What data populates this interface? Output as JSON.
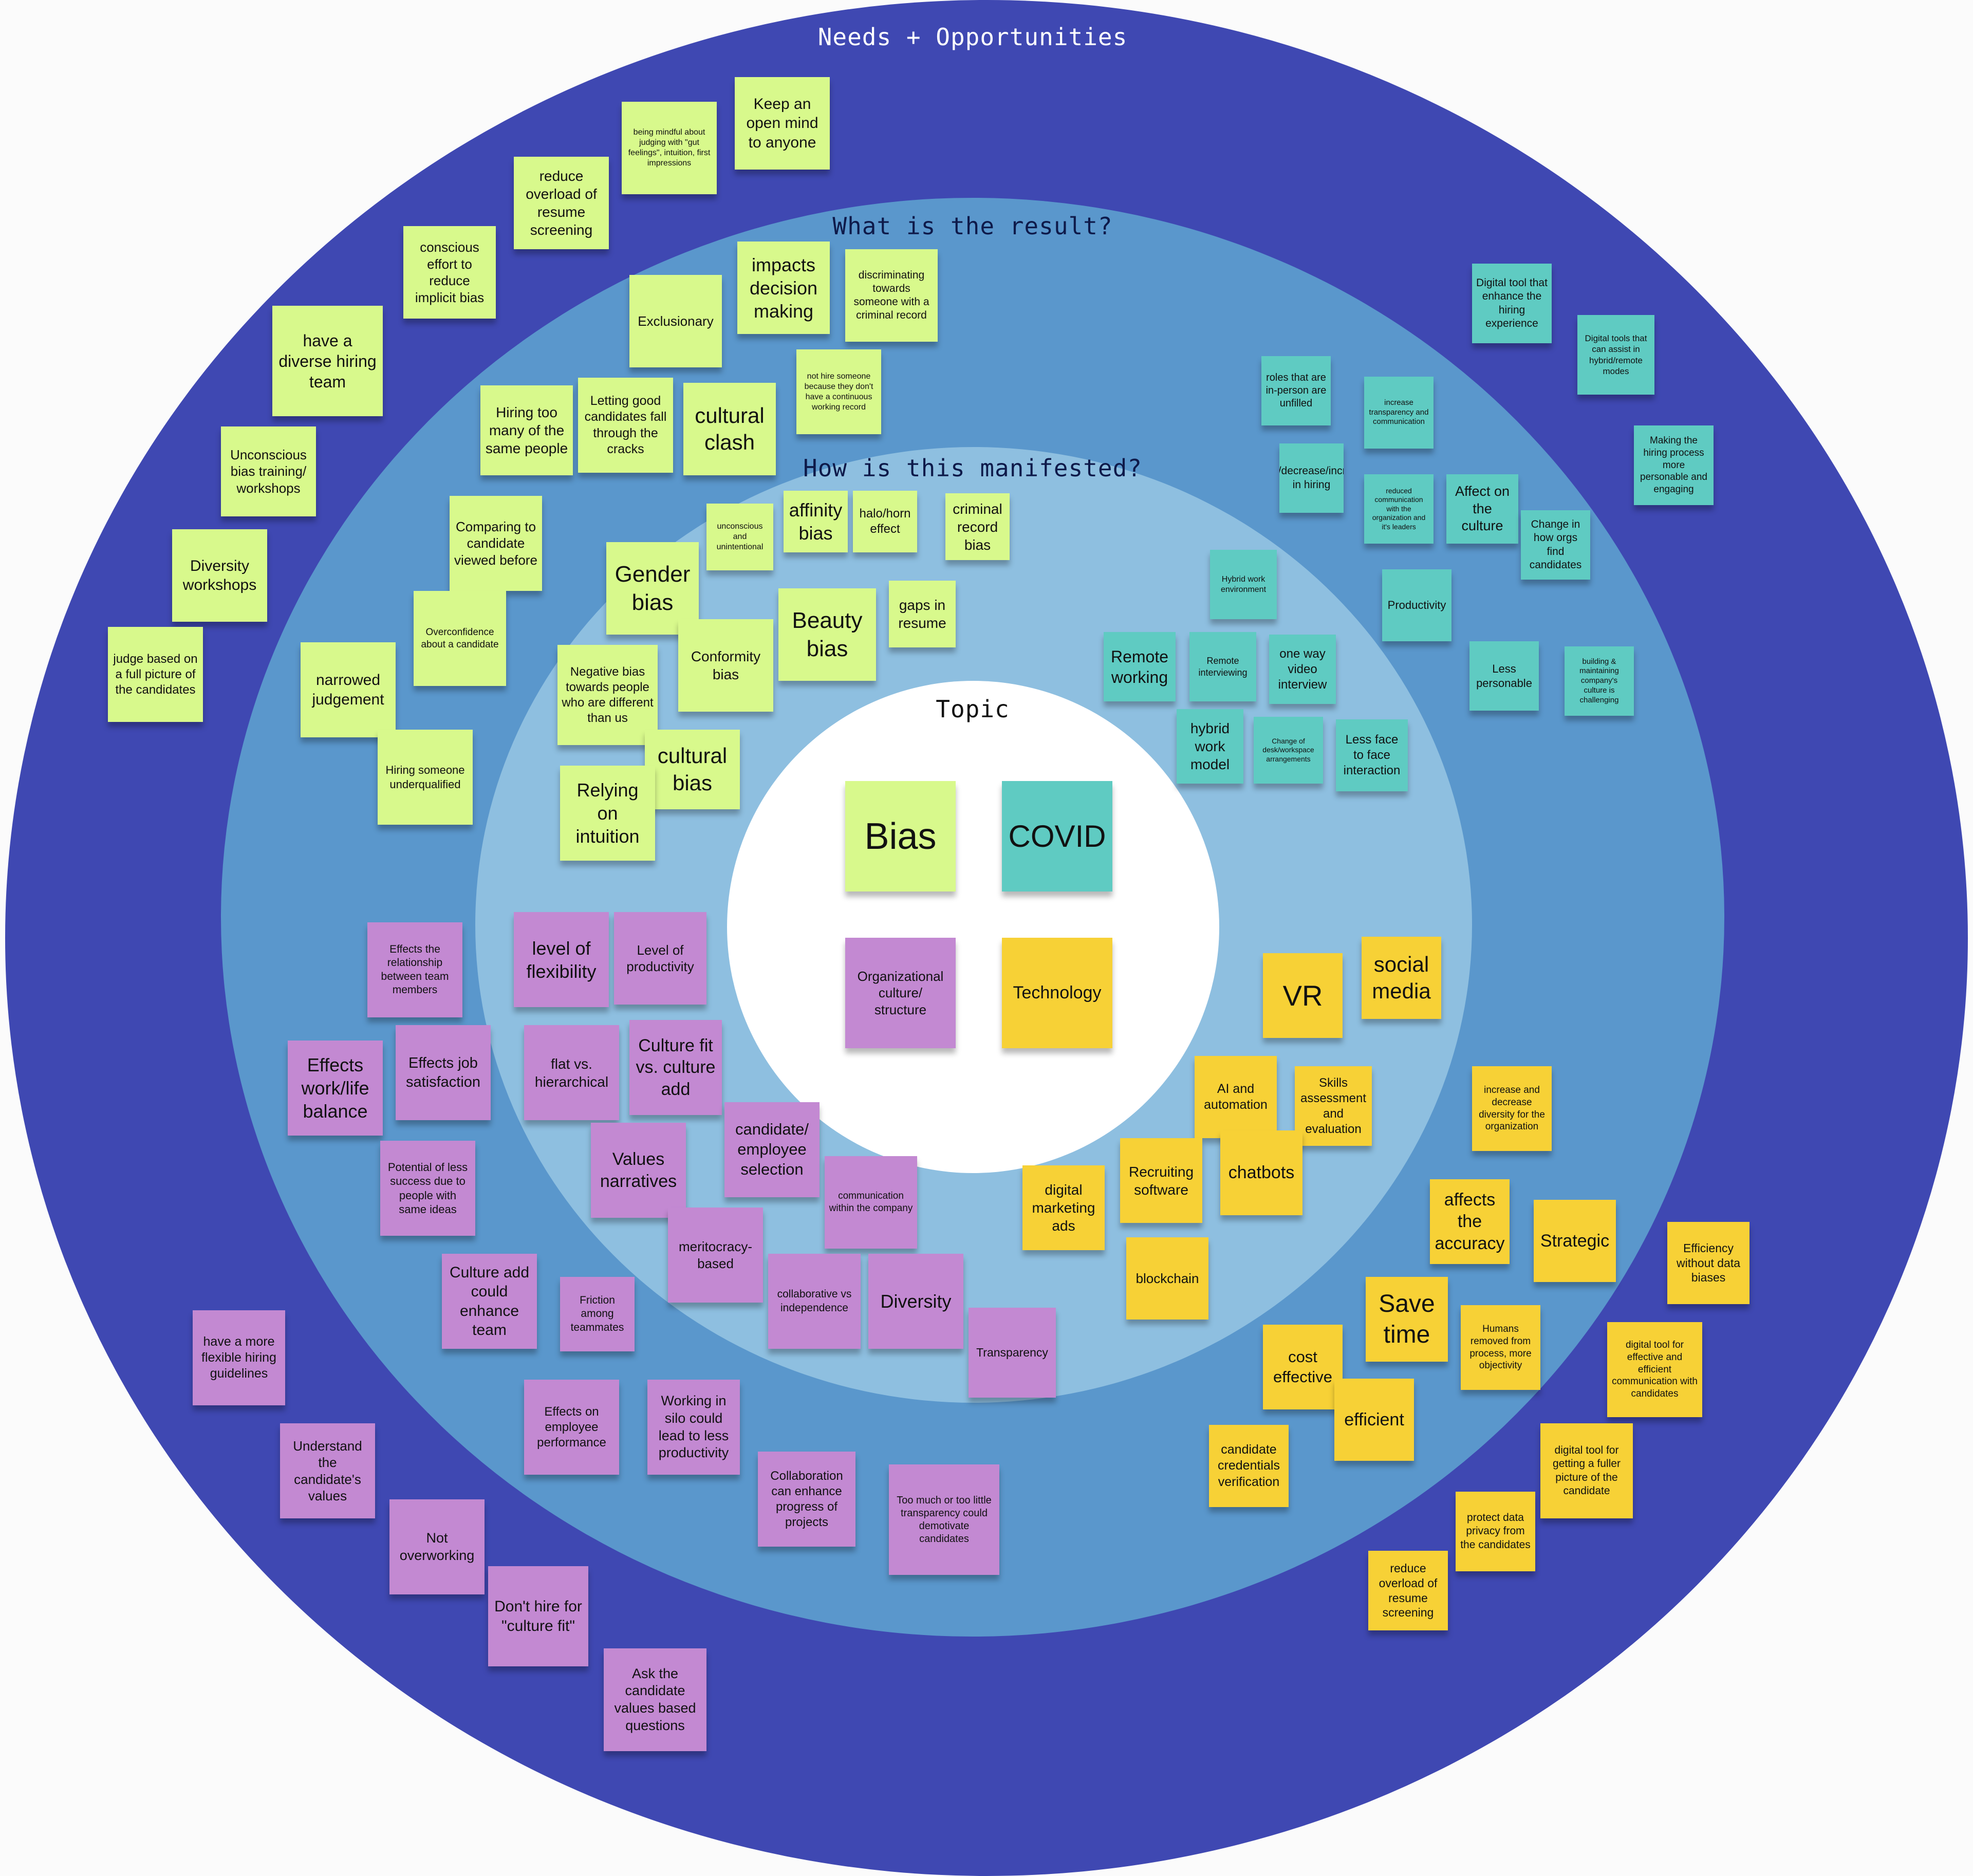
{
  "labels": {
    "needs": "Needs + Opportunities",
    "result": "What is the result?",
    "manifested": "How is this manifested?",
    "topic": "Topic"
  },
  "colors": {
    "bias": "#d8f98c",
    "covid": "#5fcbc2",
    "culture": "#c389d2",
    "technology": "#f7d136",
    "ring_outer": "#3f48b2",
    "ring_result": "#5a97cc",
    "ring_manifested": "#8ebfe0",
    "ring_topic": "#ffffff"
  },
  "notes": [
    {
      "text": "Bias",
      "cat": "bias",
      "big": true
    },
    {
      "text": "COVID",
      "cat": "covid",
      "big": true
    },
    {
      "text": "Organizational culture/ structure",
      "cat": "culture",
      "big": true
    },
    {
      "text": "Technology",
      "cat": "technology",
      "big": true
    },
    {
      "text": "Gender bias",
      "cat": "bias"
    },
    {
      "text": "unconscious and unintentional",
      "cat": "bias"
    },
    {
      "text": "affinity bias",
      "cat": "bias"
    },
    {
      "text": "halo/horn effect",
      "cat": "bias"
    },
    {
      "text": "criminal record bias",
      "cat": "bias"
    },
    {
      "text": "Beauty bias",
      "cat": "bias"
    },
    {
      "text": "gaps in resume",
      "cat": "bias"
    },
    {
      "text": "Conformity bias",
      "cat": "bias"
    },
    {
      "text": "Negative bias towards people who are different than us",
      "cat": "bias"
    },
    {
      "text": "cultural bias",
      "cat": "bias"
    },
    {
      "text": "Relying on intuition",
      "cat": "bias"
    },
    {
      "text": "impacts decision making",
      "cat": "bias"
    },
    {
      "text": "discriminating towards someone with a criminal record",
      "cat": "bias"
    },
    {
      "text": "Exclusionary",
      "cat": "bias"
    },
    {
      "text": "not hire someone because they don't have a continuous working record",
      "cat": "bias"
    },
    {
      "text": "Hiring too many of the same people",
      "cat": "bias"
    },
    {
      "text": "Letting good candidates fall through the cracks",
      "cat": "bias"
    },
    {
      "text": "cultural clash",
      "cat": "bias"
    },
    {
      "text": "Comparing to candidate viewed before",
      "cat": "bias"
    },
    {
      "text": "Overconfidence about a candidate",
      "cat": "bias"
    },
    {
      "text": "narrowed judgement",
      "cat": "bias"
    },
    {
      "text": "Hiring someone underqualified",
      "cat": "bias"
    },
    {
      "text": "Keep an open mind to anyone",
      "cat": "bias"
    },
    {
      "text": "being mindful about judging with \"gut feelings\", intuition, first impressions",
      "cat": "bias"
    },
    {
      "text": "reduce overload of resume screening",
      "cat": "bias"
    },
    {
      "text": "conscious effort to reduce implicit bias",
      "cat": "bias"
    },
    {
      "text": "have a diverse hiring team",
      "cat": "bias"
    },
    {
      "text": "Unconscious bias training/ workshops",
      "cat": "bias"
    },
    {
      "text": "Diversity workshops",
      "cat": "bias"
    },
    {
      "text": "judge based on a full picture of the candidates",
      "cat": "bias"
    },
    {
      "text": "Hybrid work environment",
      "cat": "covid"
    },
    {
      "text": "Remote working",
      "cat": "covid"
    },
    {
      "text": "Remote interviewing",
      "cat": "covid"
    },
    {
      "text": "one way video interview",
      "cat": "covid"
    },
    {
      "text": "hybrid work model",
      "cat": "covid"
    },
    {
      "text": "Change of desk/workspace arrangements",
      "cat": "covid"
    },
    {
      "text": "Less face to face interaction",
      "cat": "covid"
    },
    {
      "text": "roles that are in-person are unfilled",
      "cat": "covid"
    },
    {
      "text": "increase transparency and communication",
      "cat": "covid"
    },
    {
      "text": "Halts/decrease/increase in hiring",
      "cat": "covid"
    },
    {
      "text": "reduced communication with the organization and it's leaders",
      "cat": "covid"
    },
    {
      "text": "Affect on the culture",
      "cat": "covid"
    },
    {
      "text": "Change in how orgs find candidates",
      "cat": "covid"
    },
    {
      "text": "Productivity",
      "cat": "covid"
    },
    {
      "text": "Less personable",
      "cat": "covid"
    },
    {
      "text": "building & maintaining company's culture is challenging",
      "cat": "covid"
    },
    {
      "text": "Digital tool that enhance the hiring experience",
      "cat": "covid"
    },
    {
      "text": "Digital tools that can assist in hybrid/remote modes",
      "cat": "covid"
    },
    {
      "text": "Making the hiring process more personable and engaging",
      "cat": "covid"
    },
    {
      "text": "level of flexibility",
      "cat": "culture"
    },
    {
      "text": "Level of productivity",
      "cat": "culture"
    },
    {
      "text": "flat vs. hierarchical",
      "cat": "culture"
    },
    {
      "text": "Culture fit vs. culture add",
      "cat": "culture"
    },
    {
      "text": "Values narratives",
      "cat": "culture"
    },
    {
      "text": "candidate/ employee selection",
      "cat": "culture"
    },
    {
      "text": "communication within the company",
      "cat": "culture"
    },
    {
      "text": "meritocracy-based",
      "cat": "culture"
    },
    {
      "text": "collaborative vs independence",
      "cat": "culture"
    },
    {
      "text": "Diversity",
      "cat": "culture"
    },
    {
      "text": "Transparency",
      "cat": "culture"
    },
    {
      "text": "Effects the relationship between team members",
      "cat": "culture"
    },
    {
      "text": "Effects work/life balance",
      "cat": "culture"
    },
    {
      "text": "Effects job satisfaction",
      "cat": "culture"
    },
    {
      "text": "Potential of less success due to people with same ideas",
      "cat": "culture"
    },
    {
      "text": "Culture add could enhance team",
      "cat": "culture"
    },
    {
      "text": "Friction among teammates",
      "cat": "culture"
    },
    {
      "text": "Effects on employee performance",
      "cat": "culture"
    },
    {
      "text": "Working in silo could lead to less productivity",
      "cat": "culture"
    },
    {
      "text": "Collaboration can enhance progress of projects",
      "cat": "culture"
    },
    {
      "text": "Too much or too little transparency could demotivate candidates",
      "cat": "culture"
    },
    {
      "text": "have a more flexible hiring guidelines",
      "cat": "culture"
    },
    {
      "text": "Understand the candidate's values",
      "cat": "culture"
    },
    {
      "text": "Not overworking",
      "cat": "culture"
    },
    {
      "text": "Don't hire for \"culture fit\"",
      "cat": "culture"
    },
    {
      "text": "Ask the candidate values based questions",
      "cat": "culture"
    },
    {
      "text": "VR",
      "cat": "technology"
    },
    {
      "text": "social media",
      "cat": "technology"
    },
    {
      "text": "AI and automation",
      "cat": "technology"
    },
    {
      "text": "Skills assessment and evaluation",
      "cat": "technology"
    },
    {
      "text": "Recruiting software",
      "cat": "technology"
    },
    {
      "text": "chatbots",
      "cat": "technology"
    },
    {
      "text": "digital marketing ads",
      "cat": "technology"
    },
    {
      "text": "blockchain",
      "cat": "technology"
    },
    {
      "text": "increase and decrease diversity for the organization",
      "cat": "technology"
    },
    {
      "text": "affects the accuracy",
      "cat": "technology"
    },
    {
      "text": "Strategic",
      "cat": "technology"
    },
    {
      "text": "Save time",
      "cat": "technology"
    },
    {
      "text": "Humans removed from process, more objectivity",
      "cat": "technology"
    },
    {
      "text": "cost effective",
      "cat": "technology"
    },
    {
      "text": "efficient",
      "cat": "technology"
    },
    {
      "text": "candidate credentials verification",
      "cat": "technology"
    },
    {
      "text": "Efficiency without data biases",
      "cat": "technology"
    },
    {
      "text": "digital tool for effective and efficient communication with candidates",
      "cat": "technology"
    },
    {
      "text": "digital tool for getting a fuller picture of the candidate",
      "cat": "technology"
    },
    {
      "text": "protect data privacy from the candidates",
      "cat": "technology"
    },
    {
      "text": "reduce overload of resume screening",
      "cat": "technology"
    }
  ]
}
